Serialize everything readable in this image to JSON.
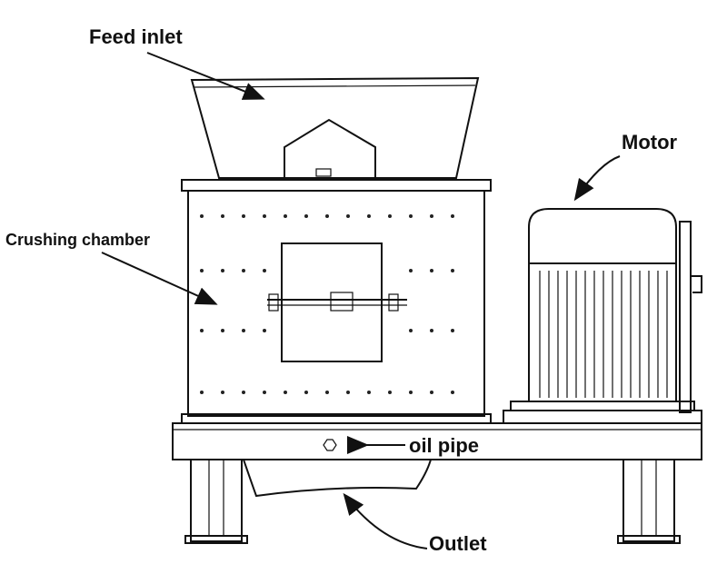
{
  "labels": {
    "feed_inlet": "Feed inlet",
    "motor": "Motor",
    "crushing_chamber": "Crushing chamber",
    "oil_pipe": "oil pipe",
    "outlet": "Outlet"
  },
  "colors": {
    "line": "#111111",
    "background": "#ffffff"
  }
}
